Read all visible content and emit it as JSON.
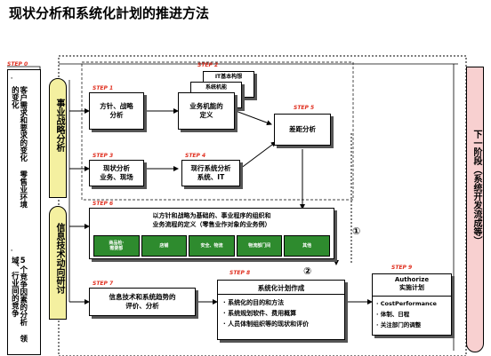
{
  "title": "现状分析和系统化計划的推进方法",
  "left_panel": {
    "step": "STEP 0",
    "col1": "客户需求和要求的变化 零售业环境的变化",
    "col1_bullet": "·",
    "col2": "5个竞争因素的分析 领域、行业间的竞争",
    "col2_bullet": "·"
  },
  "yellow_top": "事业战略分析",
  "yellow_bottom": "信息技术动向研讨",
  "boxes": {
    "s1": {
      "step": "STEP 1",
      "text": "方针、战略\n分析"
    },
    "s2": {
      "step": "STEP 2",
      "label1": "IT基本构想",
      "label2": "系统机能",
      "text": "业务机能的\n定义"
    },
    "s3": {
      "step": "STEP 3",
      "text": "现状分析\n业务、现场"
    },
    "s4": {
      "step": "STEP 4",
      "text": "现行系统分析\n系统、IT"
    },
    "s5": {
      "step": "STEP 5",
      "text": "差距分析"
    },
    "s6": {
      "step": "STEP 6",
      "text": "以方针和战略为基础的、事业程序的组织和\n业务流程的定义（零售业作对象的业务例）"
    },
    "s7": {
      "step": "STEP 7",
      "text": "信息技术和系统趋势的\n评价、分析"
    },
    "s8": {
      "step": "STEP 8",
      "title": "系统化计划作成",
      "items": [
        "· 系统化的目的和方法",
        "· 系统规划软件、费用概算",
        "· 人员体制组织等的现状和评价"
      ]
    },
    "s9": {
      "step": "STEP 9",
      "title": "Authorize\n实施计划",
      "items": [
        "· CostPerformance",
        "· 体制、日程",
        "· 关注部门的调整"
      ]
    }
  },
  "green_boxes": [
    "商品检·\n需要部",
    "店铺",
    "安全、物流",
    "物流部门间",
    "其他"
  ],
  "circles": [
    "①",
    "②"
  ],
  "right_panel": "下一阶段（系统开发流成等）",
  "colors": {
    "step": "#e03020",
    "green": "#2e8b2e",
    "yellow": "#f4f0a0",
    "pink": "#f8d0d0"
  }
}
